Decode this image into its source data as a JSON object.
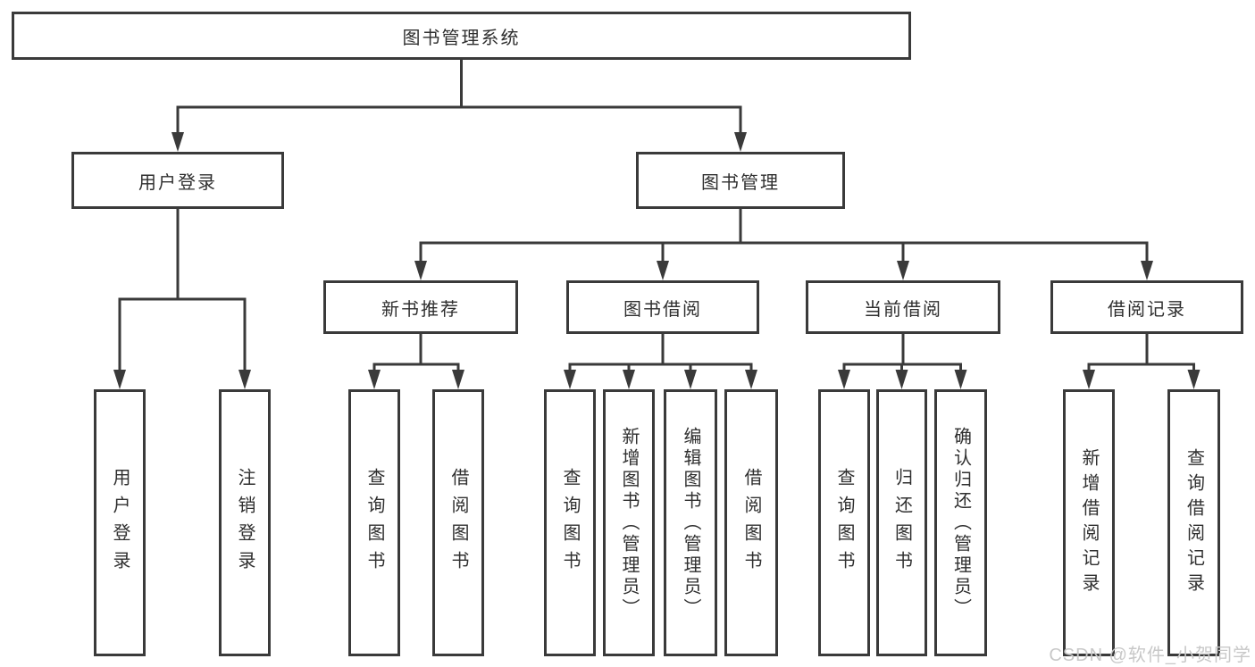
{
  "diagram": {
    "root_title": "图书管理系统",
    "watermark": "CSDN @软件_小贺同学",
    "colors": {
      "line": "#3a3a3a",
      "box_border": "#3a3a3a",
      "text": "#2f2f2f",
      "background": "#ffffff",
      "watermark": "#c8c8c8"
    },
    "nodes": [
      {
        "id": "root",
        "label": "图书管理系统",
        "parent": null
      },
      {
        "id": "user-login",
        "label": "用户登录",
        "parent": "root"
      },
      {
        "id": "book-mgmt",
        "label": "图书管理",
        "parent": "root"
      },
      {
        "id": "leaf-user-login",
        "label": "用户登录",
        "parent": "user-login"
      },
      {
        "id": "leaf-logout",
        "label": "注销登录",
        "parent": "user-login"
      },
      {
        "id": "new-book-rec",
        "label": "新书推荐",
        "parent": "book-mgmt"
      },
      {
        "id": "book-borrow",
        "label": "图书借阅",
        "parent": "book-mgmt"
      },
      {
        "id": "current-borrow",
        "label": "当前借阅",
        "parent": "book-mgmt"
      },
      {
        "id": "borrow-record",
        "label": "借阅记录",
        "parent": "book-mgmt"
      },
      {
        "id": "nb-query",
        "label": "查询图书",
        "parent": "new-book-rec"
      },
      {
        "id": "nb-borrow",
        "label": "借阅图书",
        "parent": "new-book-rec"
      },
      {
        "id": "bb-query",
        "label": "查询图书",
        "parent": "book-borrow"
      },
      {
        "id": "bb-add",
        "label": "新增图书（管理员）",
        "parent": "book-borrow"
      },
      {
        "id": "bb-edit",
        "label": "编辑图书（管理员）",
        "parent": "book-borrow"
      },
      {
        "id": "bb-borrow",
        "label": "借阅图书",
        "parent": "book-borrow"
      },
      {
        "id": "cb-query",
        "label": "查询图书",
        "parent": "current-borrow"
      },
      {
        "id": "cb-return",
        "label": "归还图书",
        "parent": "current-borrow"
      },
      {
        "id": "cb-confirm",
        "label": "确认归还（管理员）",
        "parent": "current-borrow"
      },
      {
        "id": "br-add",
        "label": "新增借阅记录",
        "parent": "borrow-record"
      },
      {
        "id": "br-query",
        "label": "查询借阅记录",
        "parent": "borrow-record"
      }
    ]
  }
}
